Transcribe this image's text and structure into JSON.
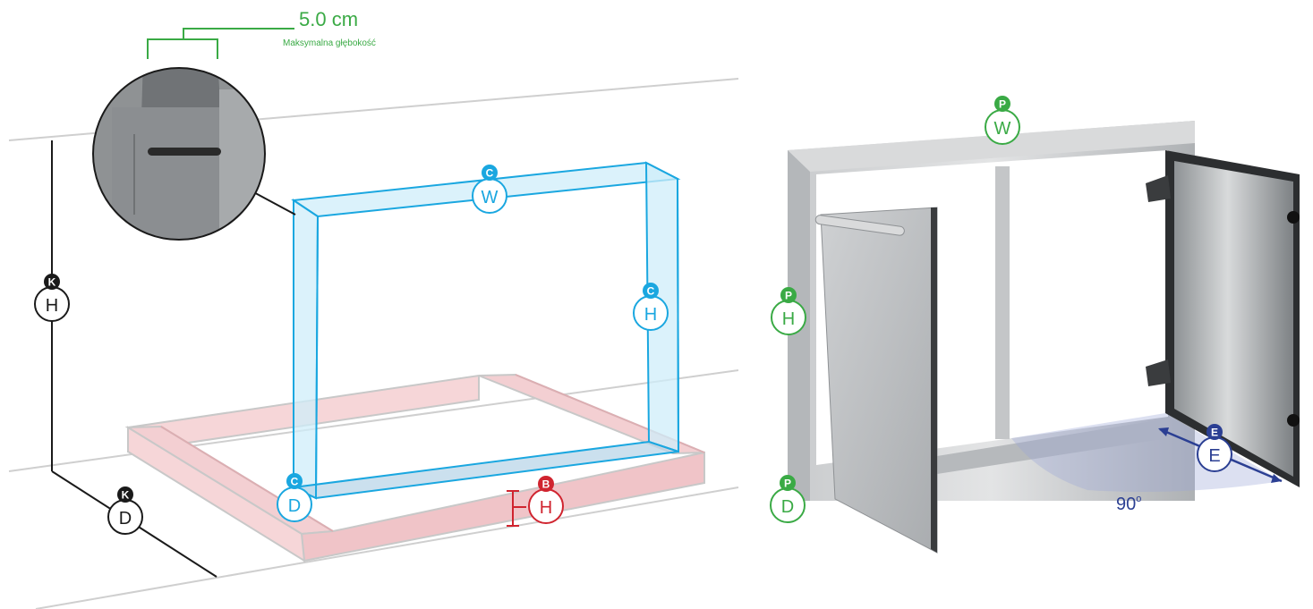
{
  "callout": {
    "value": "5.0 cm",
    "caption": "Maksymalna głębokość"
  },
  "labels": {
    "k_h": {
      "badge": "K",
      "letter": "H"
    },
    "k_d": {
      "badge": "K",
      "letter": "D"
    },
    "c_w": {
      "badge": "C",
      "letter": "W"
    },
    "c_h": {
      "badge": "C",
      "letter": "H"
    },
    "c_d": {
      "badge": "C",
      "letter": "D"
    },
    "b_h": {
      "badge": "B",
      "letter": "H"
    },
    "p_w": {
      "badge": "P",
      "letter": "W"
    },
    "p_h": {
      "badge": "P",
      "letter": "H"
    },
    "p_d": {
      "badge": "P",
      "letter": "D"
    },
    "e_e": {
      "badge": "E",
      "letter": "E"
    }
  },
  "angle": {
    "value": "90",
    "unit": "o"
  },
  "colors": {
    "black": "#1a1a1a",
    "cyan": "#1aa7e0",
    "red": "#d0242f",
    "green": "#3aaa45",
    "navy": "#2b3f93",
    "frame_fill": "#cfeefa",
    "base_fill": "#f6d6d8",
    "steel": "#b9bcbf"
  }
}
